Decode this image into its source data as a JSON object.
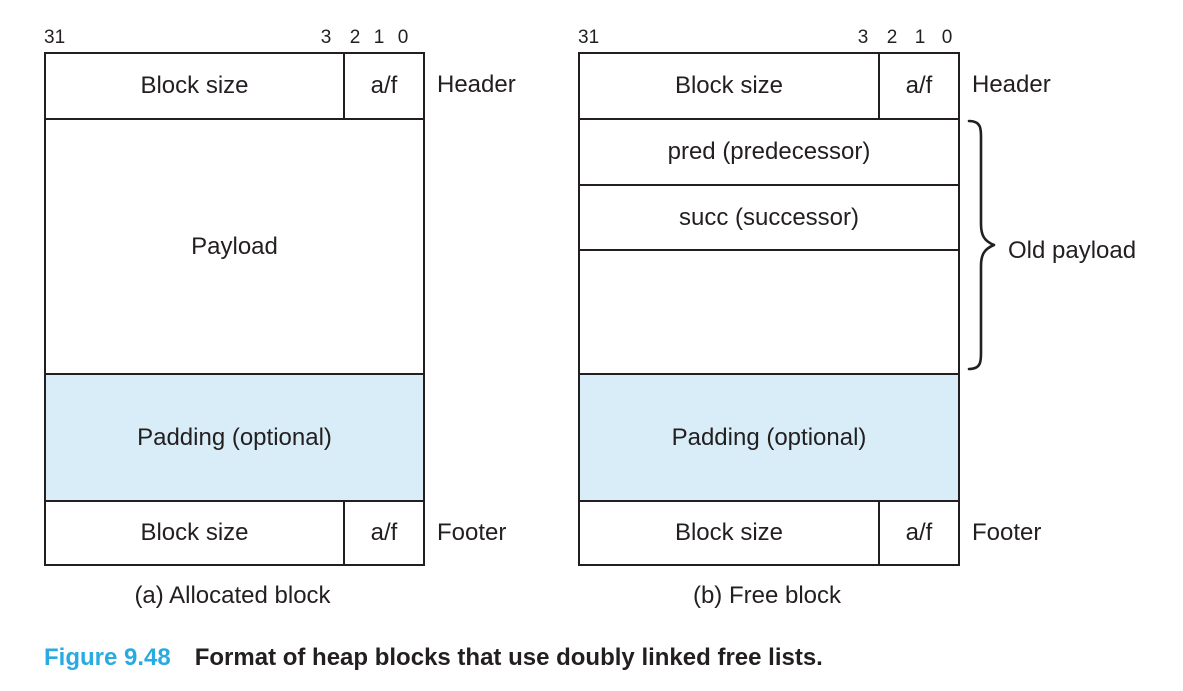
{
  "figure": {
    "label": "Figure 9.48",
    "caption": "Format of heap blocks that use doubly linked free lists.",
    "accent_color": "#29abe2",
    "text_color": "#231f20",
    "line_color": "#231f20",
    "padding_fill": "#d8edf8"
  },
  "bits": {
    "b31": "31",
    "b3": "3",
    "b2": "2",
    "b1": "1",
    "b0": "0"
  },
  "allocated": {
    "caption": "(a) Allocated block",
    "header_size": "Block size",
    "header_flag": "a/f",
    "header_label": "Header",
    "payload": "Payload",
    "padding": "Padding (optional)",
    "footer_size": "Block size",
    "footer_flag": "a/f",
    "footer_label": "Footer"
  },
  "free": {
    "caption": "(b) Free block",
    "header_size": "Block size",
    "header_flag": "a/f",
    "header_label": "Header",
    "pred": "pred (predecessor)",
    "succ": "succ (successor)",
    "old_payload_label": "Old payload",
    "padding": "Padding (optional)",
    "footer_size": "Block size",
    "footer_flag": "a/f",
    "footer_label": "Footer"
  }
}
